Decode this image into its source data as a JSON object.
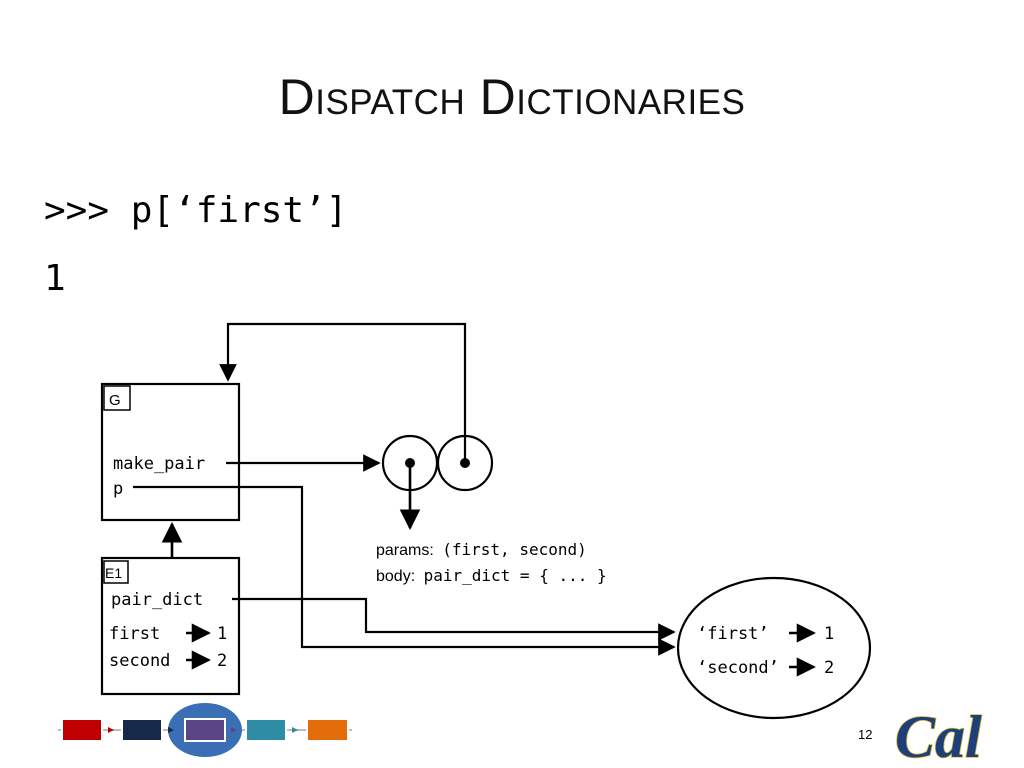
{
  "slide": {
    "title": "Dispatch Dictionaries",
    "prompt": ">>> p[‘first’]",
    "result": "1",
    "page_number": "12"
  },
  "global_frame": {
    "label": "G",
    "bindings": [
      {
        "name": "make_pair"
      },
      {
        "name": "p"
      }
    ]
  },
  "function_object": {
    "params_label": "params:",
    "params_value": "(first, second)",
    "body_label": "body:",
    "body_value": "pair_dict = { ... }"
  },
  "e1_frame": {
    "label": "E1",
    "bindings": [
      {
        "name": "pair_dict"
      },
      {
        "name": "first",
        "value": "1"
      },
      {
        "name": "second",
        "value": "2"
      }
    ]
  },
  "dict_object": {
    "entries": [
      {
        "key": "‘first’",
        "value": "1"
      },
      {
        "key": "‘second’",
        "value": "2"
      }
    ]
  },
  "nav_bar": {
    "colors": [
      "#c00000",
      "#16294b",
      "#5b4584",
      "#2e8ca5",
      "#e46c0a"
    ],
    "highlight_color": "#3a6fb5",
    "current_index": 2
  },
  "logo": {
    "text": "Cal",
    "color": "#1f3f7a",
    "outline": "#d8b93a"
  }
}
